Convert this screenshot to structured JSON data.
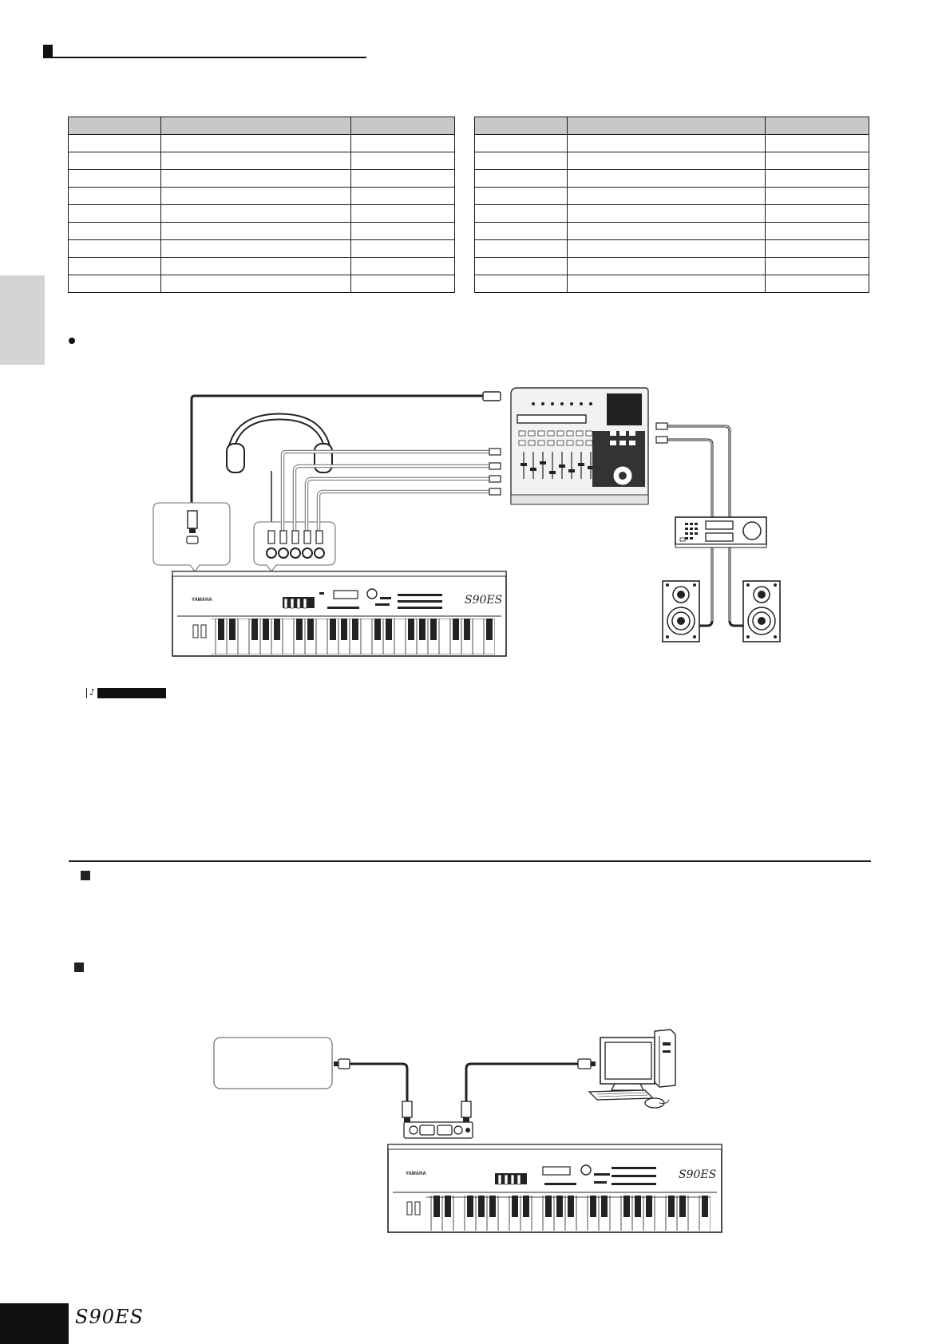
{
  "footer": {
    "logo_text": "S90ES"
  },
  "diagram_top": {
    "keyboard_brand": "YAMAHA",
    "keyboard_model": "S90ES"
  },
  "diagram_bottom": {
    "keyboard_brand": "YAMAHA",
    "keyboard_model": "S90ES"
  },
  "tables": {
    "left_rows": 9,
    "right_rows": 9
  }
}
